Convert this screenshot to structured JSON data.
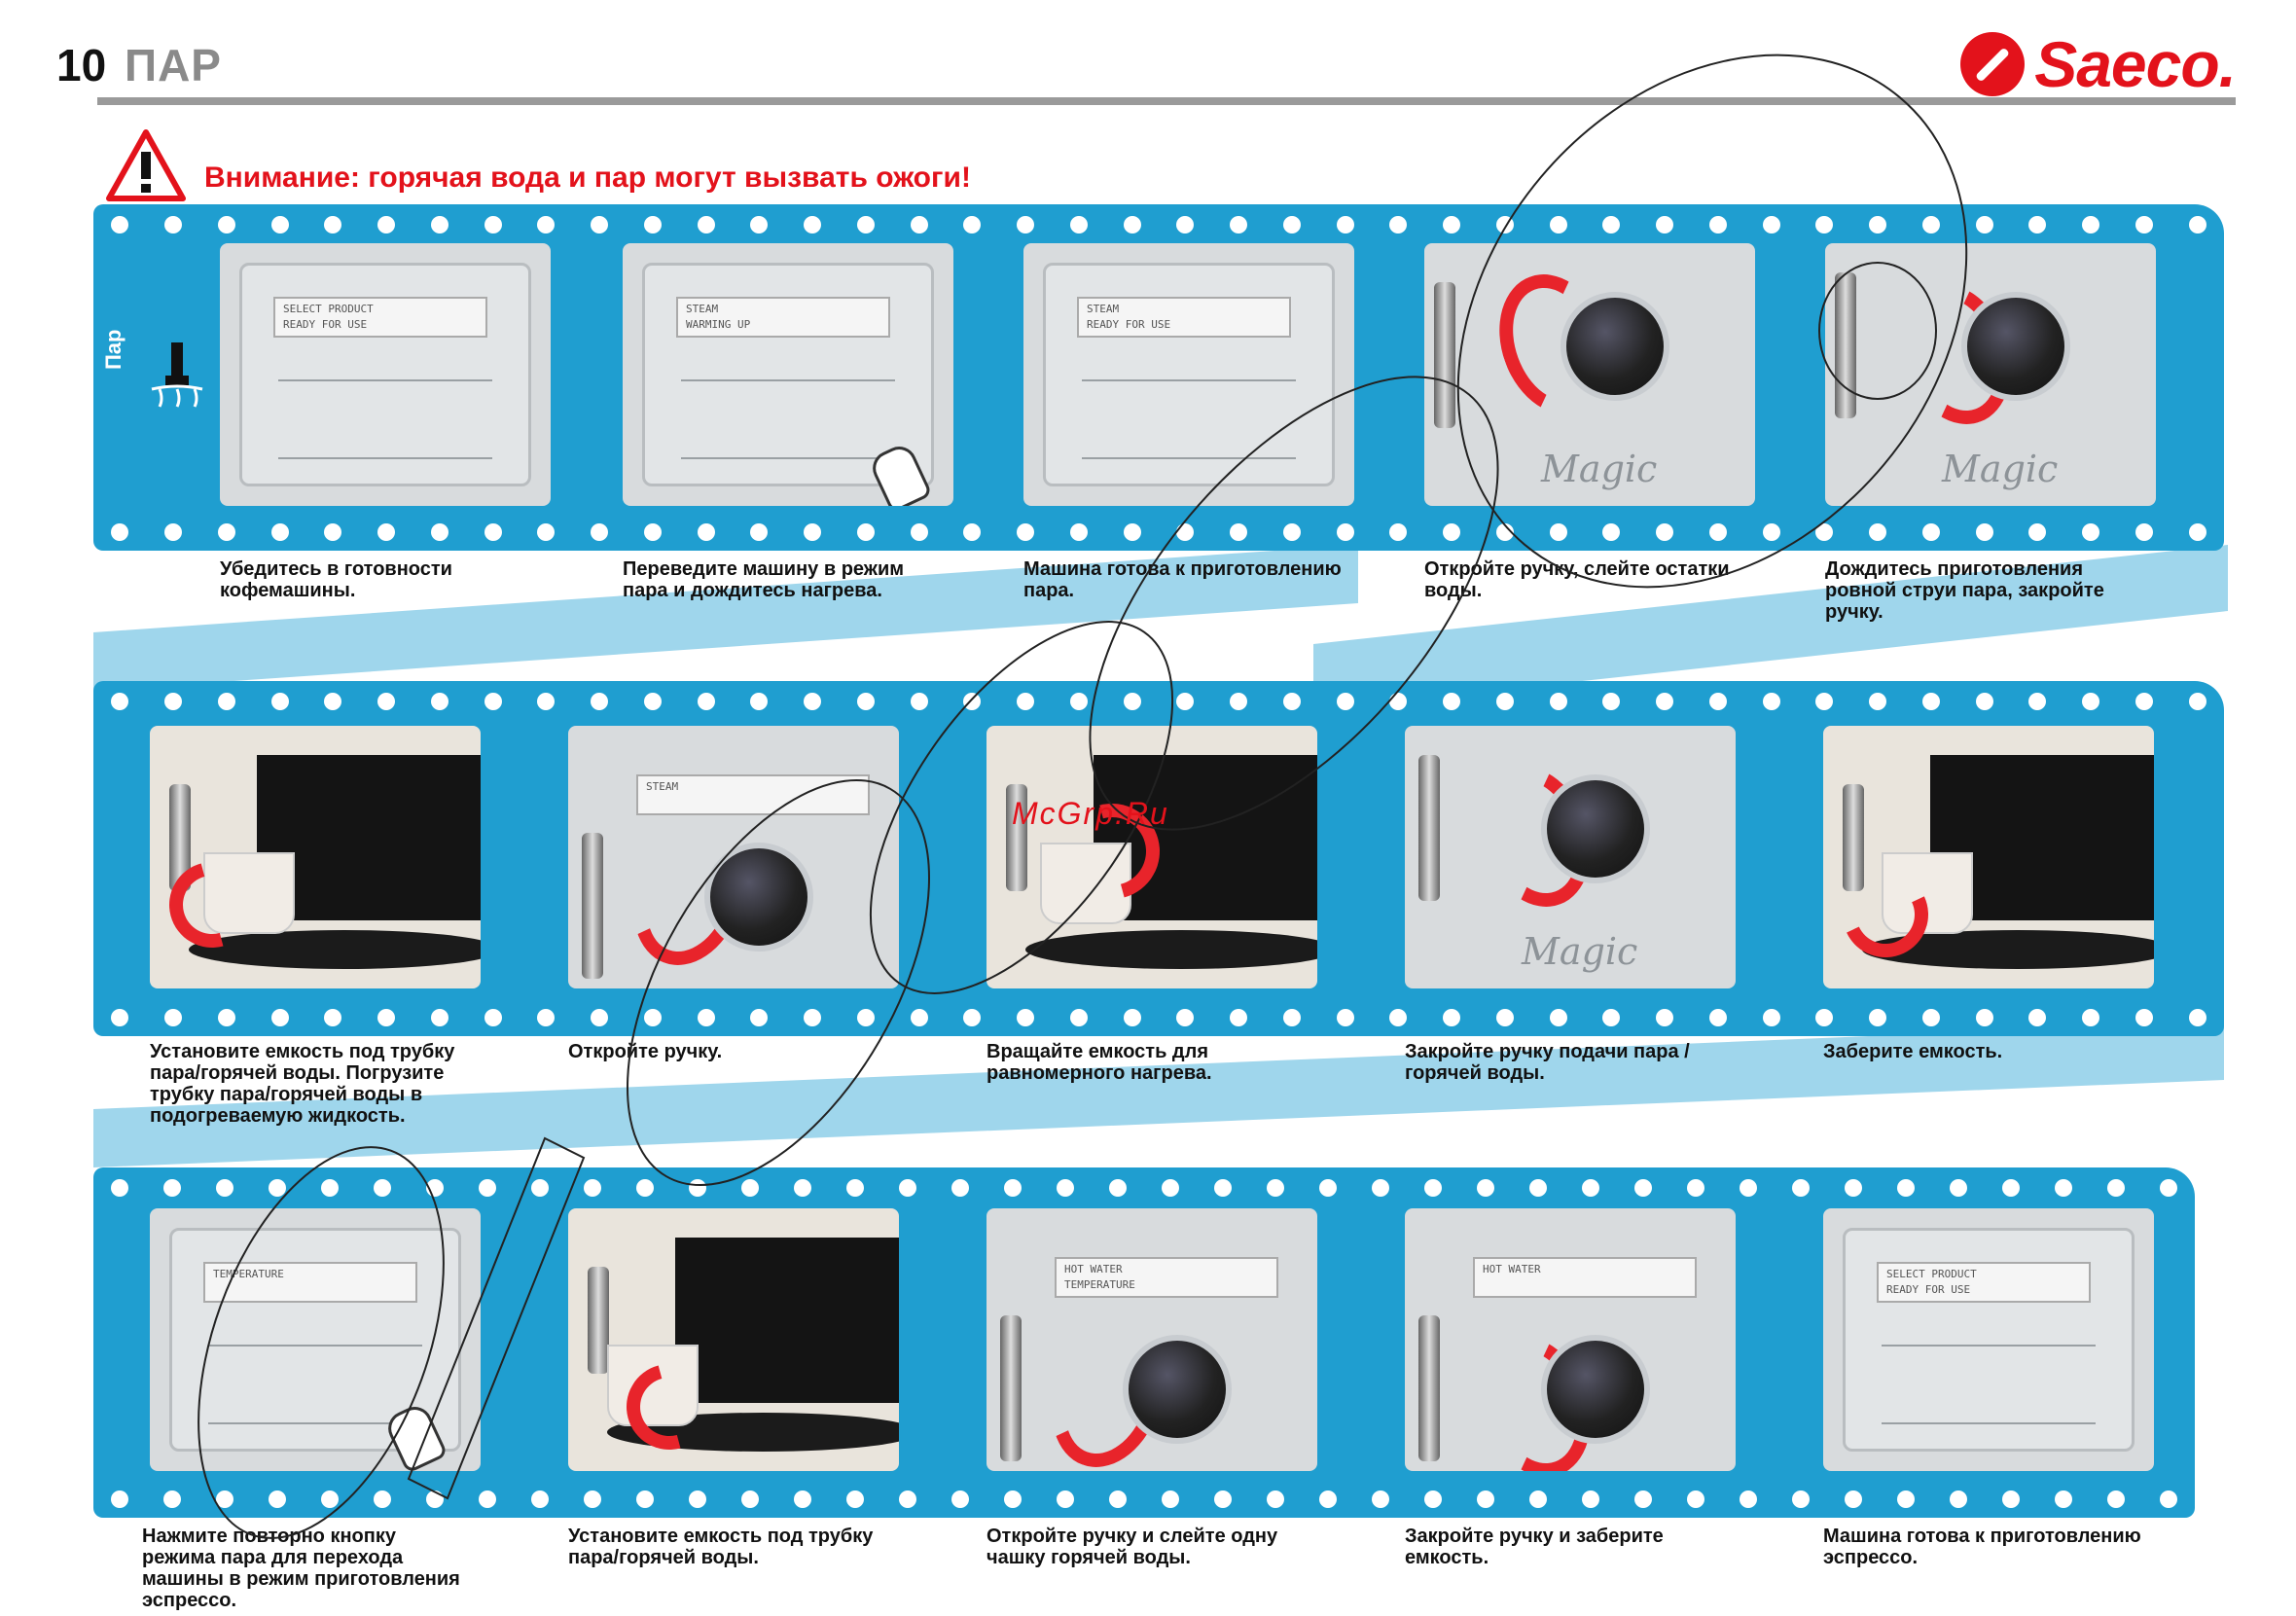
{
  "header": {
    "page_number": "10",
    "section_title": "ПАР",
    "brand": "Saeco."
  },
  "warning": {
    "icon": "warning-triangle-icon",
    "text": "Внимание: горячая вода и пар могут вызвать ожоги!"
  },
  "side_label": "Пар",
  "watermark": "McGrp.Ru",
  "rows": [
    {
      "steps": [
        {
          "caption": "Убедитесь в готовности кофемашины.",
          "lcd": "SELECT PRODUCT\nREADY FOR USE"
        },
        {
          "caption": "Переведите машину в режим пара и дождитесь нагрева.",
          "lcd": "STEAM\nWARMING UP"
        },
        {
          "caption": "Машина готова к приготовлению пара.",
          "lcd": "STEAM\nREADY FOR USE"
        },
        {
          "caption": "Откройте ручку, слейте остатки воды.",
          "brand": "Magic"
        },
        {
          "caption": "Дождитесь приготовления ровной струи пара, закройте ручку.",
          "brand": "Magic"
        }
      ]
    },
    {
      "steps": [
        {
          "caption": "Установите емкость под трубку пара/горячей воды. Погрузите трубку пара/горячей воды в подогреваемую жидкость."
        },
        {
          "caption": "Откройте ручку.",
          "lcd": "STEAM"
        },
        {
          "caption": "Вращайте емкость для равномерного нагрева."
        },
        {
          "caption": "Закройте ручку подачи пара /горячей воды.",
          "brand": "Magic"
        },
        {
          "caption": "Заберите емкость."
        }
      ]
    },
    {
      "steps": [
        {
          "caption": "Нажмите повторно кнопку режима пара для перехода машины в режим приготовления эспрессо.",
          "lcd": "TEMPERATURE"
        },
        {
          "caption": "Установите емкость под трубку пара/горячей воды."
        },
        {
          "caption": "Откройте ручку и слейте одну чашку горячей воды.",
          "lcd": "HOT WATER\nTEMPERATURE"
        },
        {
          "caption": "Закройте ручку и заберите емкость.",
          "lcd": "HOT WATER"
        },
        {
          "caption": "Машина готова к приготовлению эспрессо.",
          "lcd": "SELECT PRODUCT\nREADY FOR USE"
        }
      ]
    }
  ]
}
